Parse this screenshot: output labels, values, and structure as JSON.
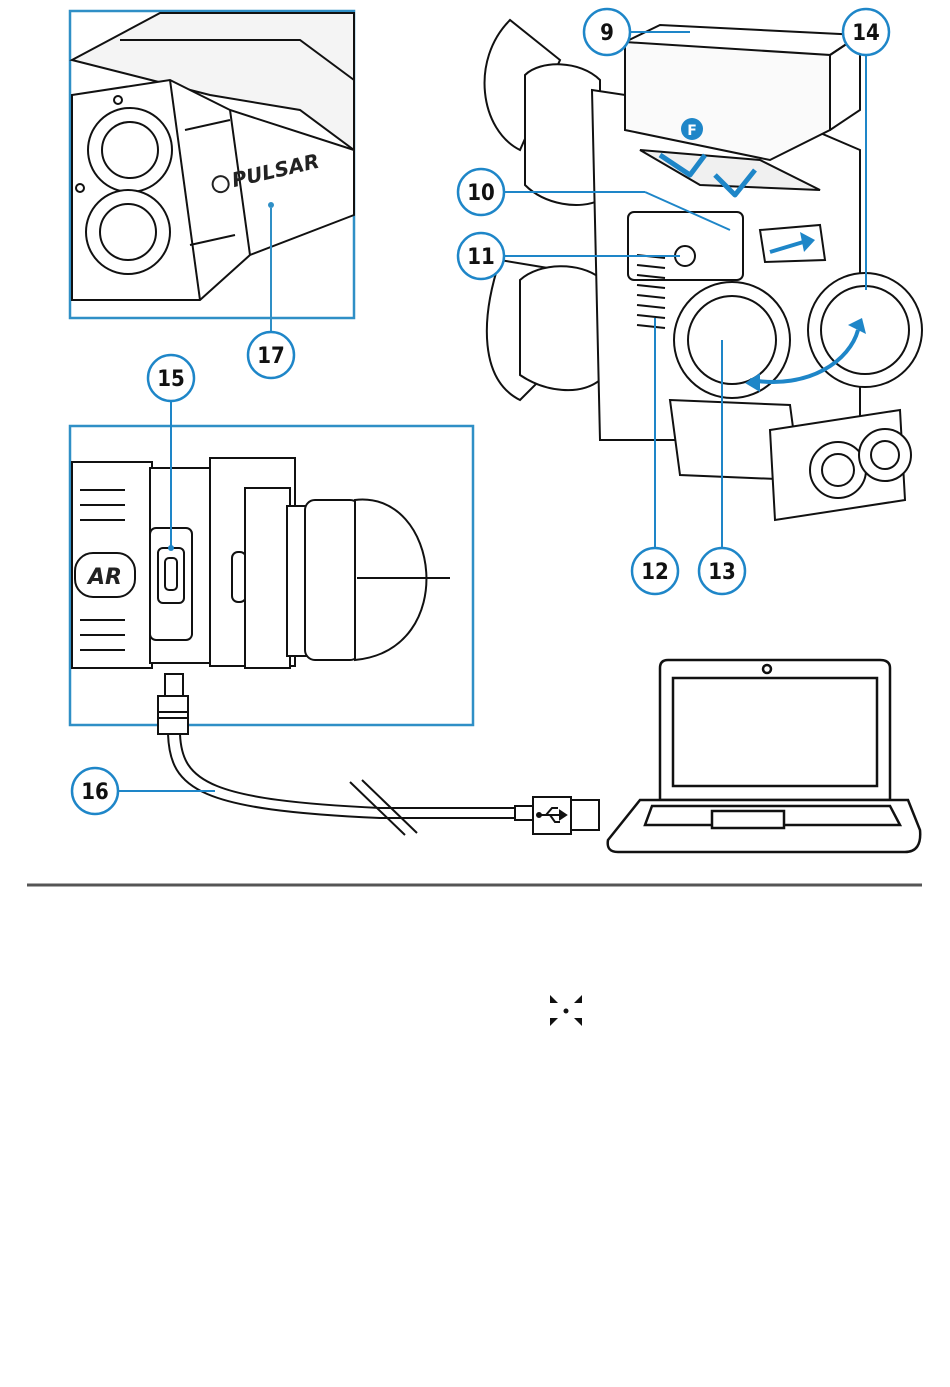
{
  "colors": {
    "accent": "#1e86c8",
    "frame": "#2f8fc6",
    "ink": "#111111",
    "rule": "#555555"
  },
  "brand": {
    "logo_text": "PULSAR",
    "port_label": "AR"
  },
  "callouts": {
    "c9": "9",
    "c10": "10",
    "c11": "11",
    "c12": "12",
    "c13": "13",
    "c14": "14",
    "c15": "15",
    "c16": "16",
    "c17": "17"
  },
  "badges": {
    "function_badge": "F"
  },
  "icons": {
    "usb": "usb-icon",
    "focus": "focus-target-icon",
    "laptop": "laptop-icon"
  }
}
